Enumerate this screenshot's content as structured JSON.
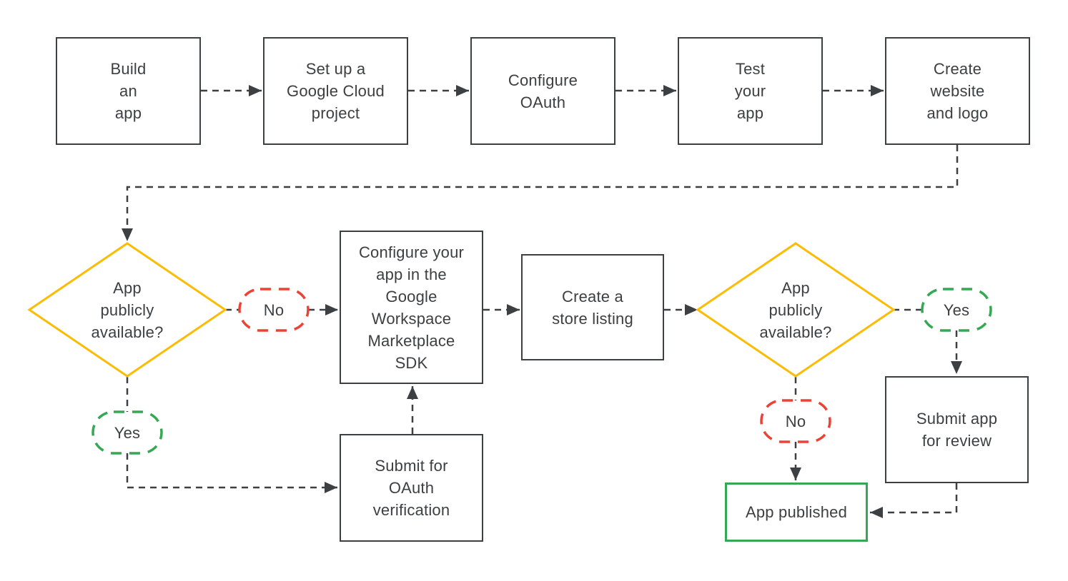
{
  "title": "Google Workspace Marketplace app publishing flowchart",
  "colors": {
    "line": "#3c4043",
    "box_border": "#3c4043",
    "text": "#3c4043",
    "decision_yellow": "#fbbc04",
    "no_red": "#ea4335",
    "yes_green": "#34a853",
    "published_green": "#34a853",
    "background": "#ffffff"
  },
  "nodes": {
    "build_app": {
      "label": "Build\nan\napp"
    },
    "setup_project": {
      "label": "Set up a\nGoogle Cloud\nproject"
    },
    "configure_oauth": {
      "label": "Configure\nOAuth"
    },
    "test_app": {
      "label": "Test\nyour\napp"
    },
    "create_website": {
      "label": "Create\nwebsite\nand logo"
    },
    "decision_public_1": {
      "label": "App\npublicly\navailable?"
    },
    "configure_sdk": {
      "label": "Configure your\napp in the\nGoogle\nWorkspace\nMarketplace\nSDK"
    },
    "store_listing": {
      "label": "Create a\nstore listing"
    },
    "submit_oauth": {
      "label": "Submit for\nOAuth\nverification"
    },
    "decision_public_2": {
      "label": "App\npublicly\navailable?"
    },
    "submit_review": {
      "label": "Submit app\nfor review"
    },
    "app_published": {
      "label": "App published"
    }
  },
  "decision_labels": {
    "no_1": "No",
    "yes_1": "Yes",
    "yes_2": "Yes",
    "no_2": "No"
  }
}
